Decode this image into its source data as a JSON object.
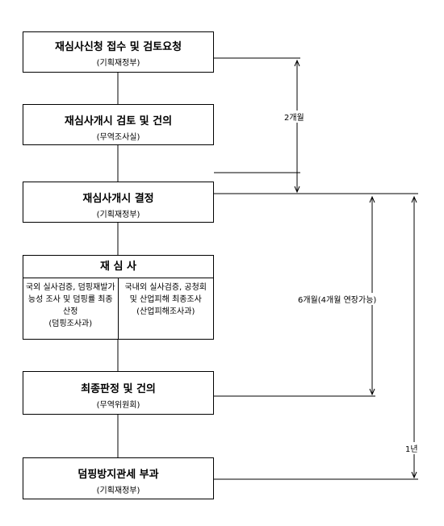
{
  "steps": [
    {
      "title": "재심사신청 접수 및 검토요청",
      "sub": "(기획재정부)"
    },
    {
      "title": "재심사개시 검토 및 건의",
      "sub": "(무역조사실)"
    },
    {
      "title": "재심사개시 결정",
      "sub": "(기획재정부)"
    },
    {
      "title": "재  심  사",
      "left": "국외 실사검증, 덤핑재발가능성 조사 및 덤핑률 최종산정",
      "left_org": "(덤핑조사과)",
      "right": "국내외 실사검증, 공청회 및 산업피해 최종조사",
      "right_org": "(산업피해조사과)"
    },
    {
      "title": "최종판정 및 건의",
      "sub": "(무역위원회)"
    },
    {
      "title": "덤핑방지관세 부과",
      "sub": "(기획재정부)"
    }
  ],
  "durations": {
    "d1": "2개월",
    "d2": "6개월(4개월 연장가능)",
    "d3": "1년"
  }
}
